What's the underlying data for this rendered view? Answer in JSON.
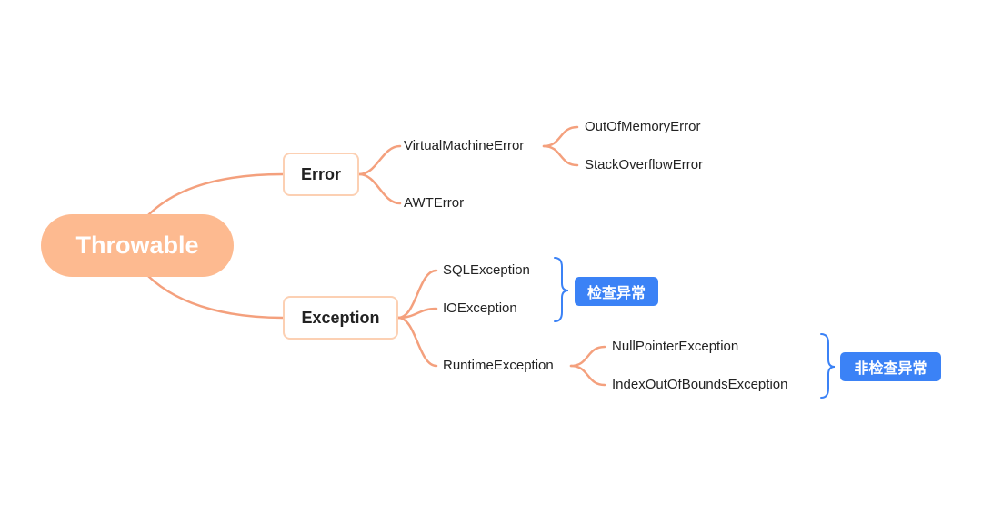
{
  "diagram": {
    "root": {
      "label": "Throwable"
    },
    "error": {
      "label": "Error",
      "children": [
        "VirtualMachineError",
        "AWTError"
      ],
      "vm_children": [
        "OutOfMemoryError",
        "StackOverflowError"
      ]
    },
    "exception": {
      "label": "Exception",
      "children": [
        "SQLException",
        "IOException",
        "RuntimeException"
      ],
      "runtime_children": [
        "NullPointerException",
        "IndexOutOfBoundsException"
      ]
    },
    "tags": {
      "checked": "检查异常",
      "unchecked": "非检查异常"
    }
  },
  "colors": {
    "connector": "#f4a07d",
    "root_fill": "#fdba90",
    "branch_border": "#fcd0b3",
    "tag_fill": "#3b82f6",
    "brace": "#3b82f6"
  }
}
